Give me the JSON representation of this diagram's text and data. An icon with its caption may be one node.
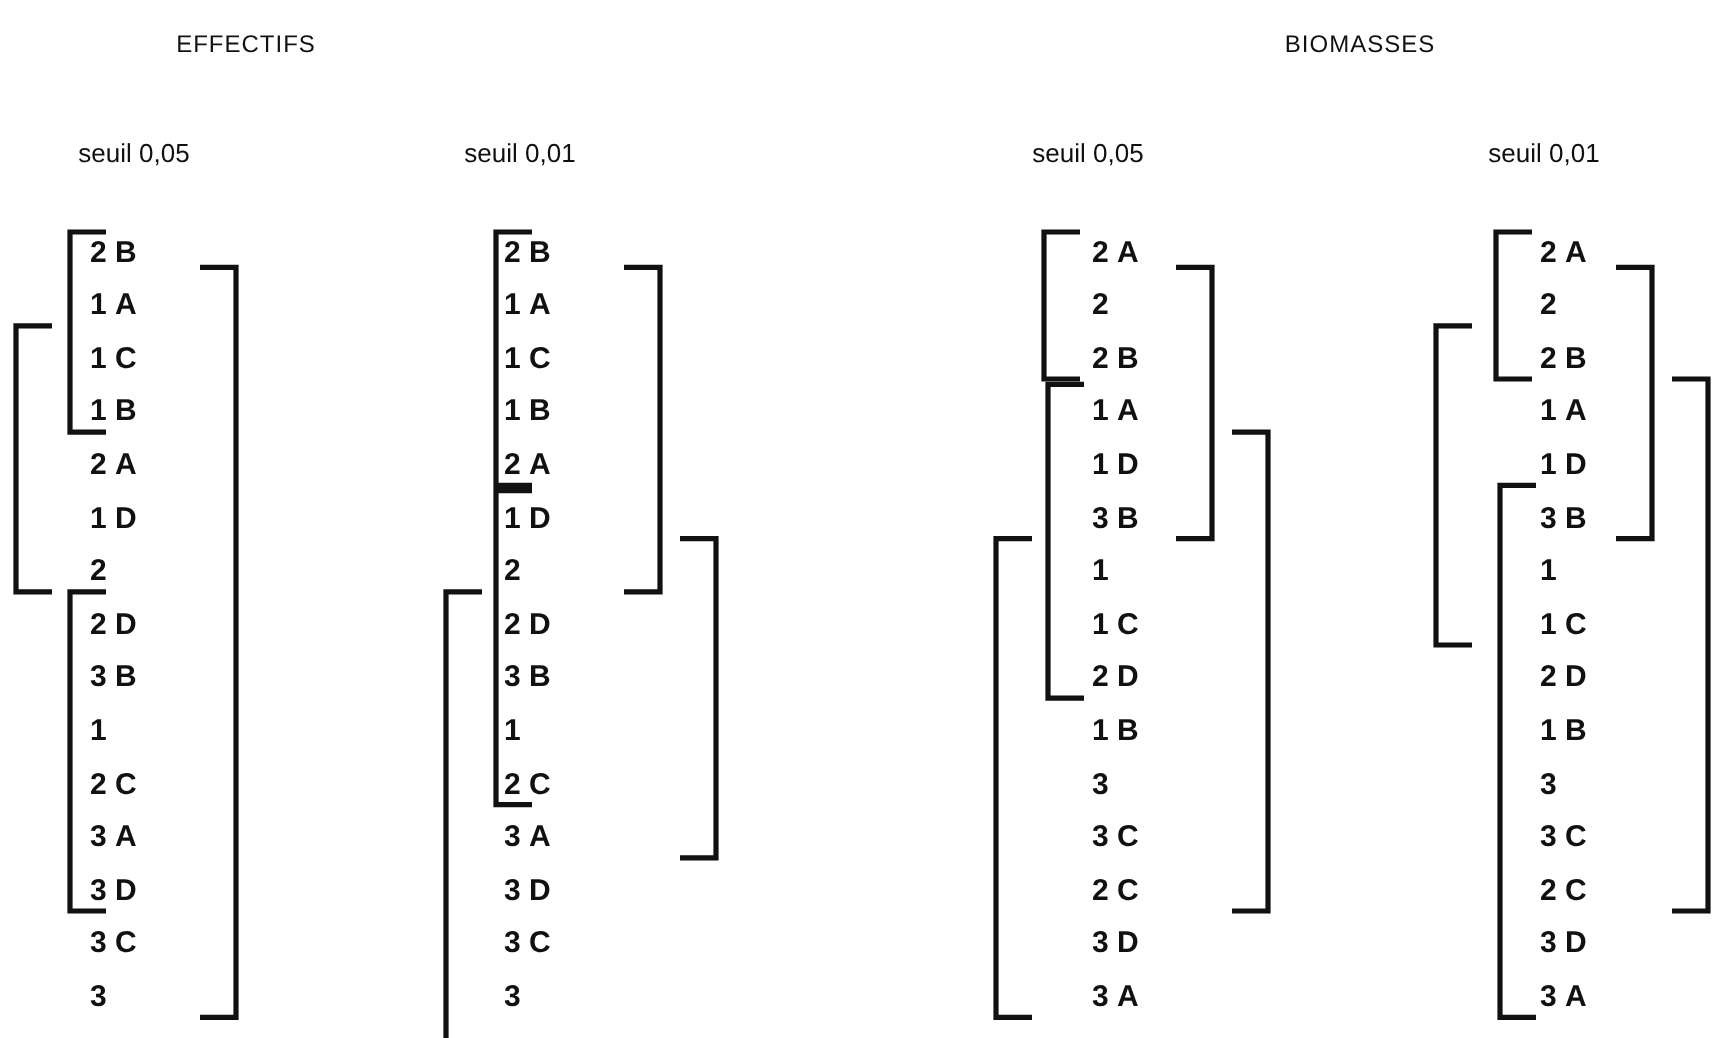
{
  "diagram": {
    "labels": [
      "EFFECTIFS",
      "BIOMASSES",
      "seuil 0,05",
      "seuil 0,01",
      "seuil 0,05",
      "seuil 0,01",
      "2 **B**",
      "1 **A**",
      "1 **C**",
      "1 **B**",
      "2 **A**",
      "1 **D**",
      "2",
      "2 **D**",
      "3 **B**",
      "1",
      "2 **C**",
      "3 **A**",
      "3 **D**",
      "3 **C**",
      "3",
      "2 **B**",
      "1 **A**",
      "1 **C**",
      "1 **B**",
      "2 **A**",
      "1 **D**",
      "2",
      "2 **D**",
      "3 **B**",
      "1",
      "2 **C**",
      "3 **A**",
      "3 **D**",
      "3 **C**",
      "3",
      "2 **A**",
      "2",
      "2 **B**",
      "1 **A**",
      "1 **D**",
      "3 **B**",
      "1",
      "1 **C**",
      "2 **D**",
      "1 **B**",
      "3",
      "3 **C**",
      "2 **C**",
      "3 **D**",
      "3 **A**",
      "2 **A**",
      "2",
      "2 **B**",
      "1 **A**",
      "1 **D**",
      "3 **B**",
      "1",
      "1 **C**",
      "2 **D**",
      "1 **B**",
      "3",
      "3 **C**",
      "2 **C**",
      "3 **D**",
      "3 **A**"
    ]
  }
}
